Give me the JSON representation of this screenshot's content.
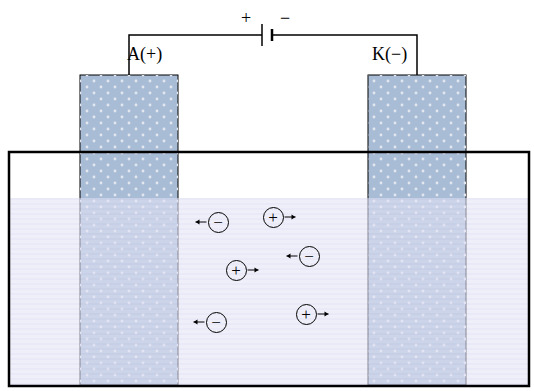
{
  "diagram": {
    "nodes": [
      {
        "text": [
          "−"
        ]
      },
      {
        "text": [
          "+"
        ]
      },
      {
        "text": [
          "−"
        ]
      },
      {
        "text": [
          "+"
        ]
      },
      {
        "text": [
          "+"
        ]
      },
      {
        "text": [
          "−"
        ]
      }
    ],
    "labels": [
      "+",
      "−",
      "A(+)",
      "K(−)"
    ]
  }
}
